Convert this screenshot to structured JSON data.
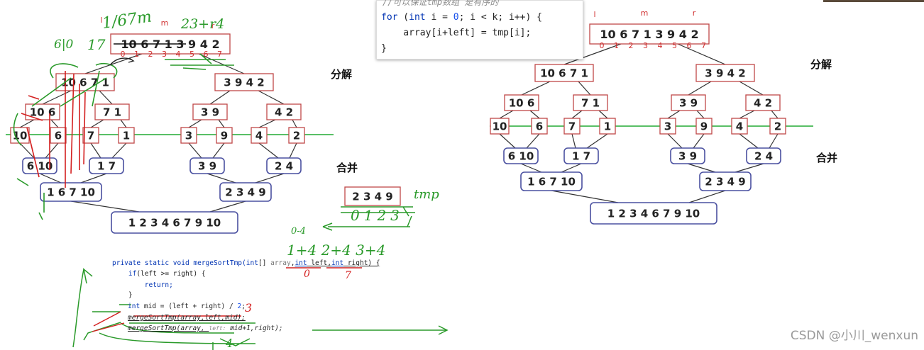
{
  "colors": {
    "box_red": "#c04848",
    "box_blue": "#4a50a0",
    "line": "#333333",
    "green": "#22aa33",
    "index_red": "#d03030",
    "ink_green": "#2a9a2a",
    "ink_red": "#d42020"
  },
  "labels": {
    "decompose": "分解",
    "merge": "合并",
    "watermark": "CSDN @小川_wenxun"
  },
  "indices": [
    "0",
    "1",
    "2",
    "3",
    "4",
    "5",
    "6",
    "7"
  ],
  "pointers": [
    "l",
    "m",
    "r"
  ],
  "tree": {
    "root": "10 6 7 1 3 9 4 2",
    "l1_left": "10 6 7 1",
    "l1_right": "3 9 4 2",
    "l2": [
      "10 6",
      "7 1",
      "3 9",
      "4 2"
    ],
    "leaves": [
      "10",
      "6",
      "7",
      "1",
      "3",
      "9",
      "4",
      "2"
    ],
    "m2": [
      "6 10",
      "1 7",
      "3 9",
      "2 4"
    ],
    "m1": [
      "1 6 7 10",
      "2 3 4 9"
    ],
    "m0": "1 2 3 4 6 7 9 10"
  },
  "tmp_box": "2 3 4 9",
  "code_top": {
    "comment": "//可以保证tmp数组 是有序的",
    "line1_kw": "for",
    "line1_a": " (",
    "line1_int": "int",
    "line1_b": " i = ",
    "line1_zero": "0",
    "line1_c": "; i < k; i++) {",
    "line2": "    array[i+left] = tmp[i];",
    "line3": "}"
  },
  "code_bottom": {
    "sig_a": "private static void mergeSortTmp(",
    "sig_int1": "int",
    "sig_b": "[] ",
    "sig_arr": "array",
    "sig_c": ",",
    "sig_int2": "int",
    "sig_d": " left,",
    "sig_int3": "int",
    "sig_e": " right) {",
    "l2_a": "    if",
    "l2_b": "(left >= right) {",
    "l3": "        return;",
    "l4": "    }",
    "l5_int": "int",
    "l5_a": " mid = (left + right) / ",
    "l5_two": "2",
    "l5_b": ";",
    "l6": "mergeSortTmp(array,left,mid);",
    "l7_a": "mergeSortTmp(array, ",
    "l7_hint": "left:",
    "l7_b": " mid+1,right);"
  },
  "handwriting": {
    "a": "1/67m",
    "b": "23+r4",
    "c": "6|0",
    "d": "17",
    "e": "tmp",
    "f": "0123",
    "g": "0-4",
    "h": "1+4  2+4  3+4",
    "i": "3",
    "j": "0",
    "k": "7",
    "l": "4"
  }
}
